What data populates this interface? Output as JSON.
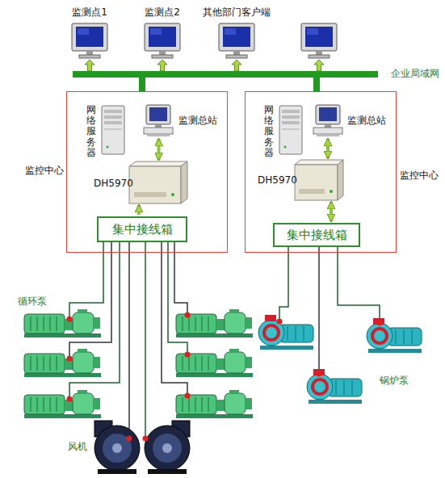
{
  "diagram": {
    "nodes": [
      {
        "text": [
          "监测点1"
        ]
      },
      {
        "text": [
          "监测点2"
        ]
      },
      {
        "text": [
          "其他部门客户端"
        ]
      },
      {
        "text": [
          "监控中心"
        ]
      },
      {
        "text": [
          "网络服务器"
        ],
        "in": 3
      },
      {
        "text": [
          "监测总站"
        ],
        "in": 3
      },
      {
        "text": [
          "DH5970"
        ],
        "in": 3
      },
      {
        "text": [
          "集中接线箱"
        ],
        "in": 3
      },
      {
        "text": [
          "监控中心"
        ]
      },
      {
        "text": [
          "网络服务器"
        ],
        "in": 8
      },
      {
        "text": [
          "监测总站"
        ],
        "in": 8
      },
      {
        "text": [
          "DH5970"
        ],
        "in": 8
      },
      {
        "text": [
          "集中接线箱"
        ],
        "in": 8
      }
    ],
    "edges": [
      {
        "from": 5,
        "to": 6,
        "arrow": "both"
      },
      {
        "from": 7,
        "to": 6,
        "arrow": "to"
      },
      {
        "from": 10,
        "to": 11,
        "arrow": "both"
      },
      {
        "from": 12,
        "to": 11,
        "arrow": "both"
      }
    ],
    "labels": [
      "企业局域网",
      "循环泵",
      "风机",
      "锅炉泵"
    ]
  }
}
